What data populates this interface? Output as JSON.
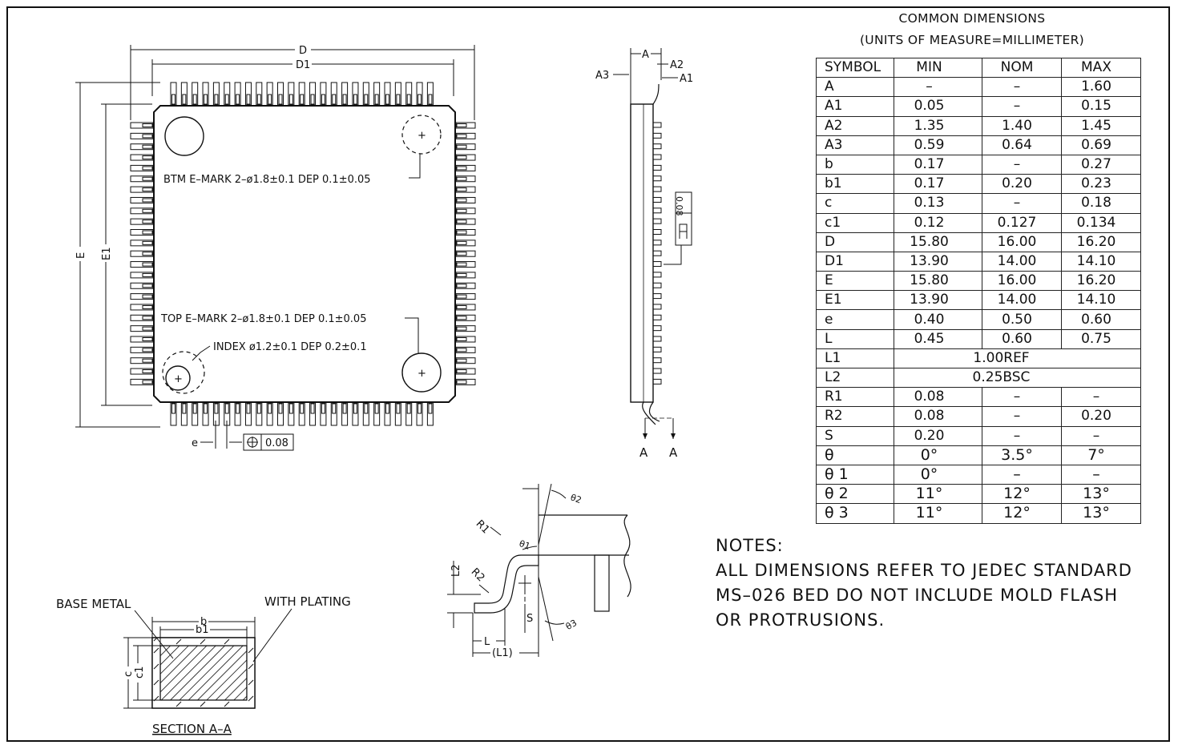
{
  "dimensions": {
    "title": "COMMON DIMENSIONS",
    "units": "(UNITS OF MEASURE=MILLIMETER)",
    "headers": [
      "SYMBOL",
      "MIN",
      "NOM",
      "MAX"
    ],
    "rows": [
      [
        "A",
        "–",
        "–",
        "1.60"
      ],
      [
        "A1",
        "0.05",
        "–",
        "0.15"
      ],
      [
        "A2",
        "1.35",
        "1.40",
        "1.45"
      ],
      [
        "A3",
        "0.59",
        "0.64",
        "0.69"
      ],
      [
        "b",
        "0.17",
        "–",
        "0.27"
      ],
      [
        "b1",
        "0.17",
        "0.20",
        "0.23"
      ],
      [
        "c",
        "0.13",
        "–",
        "0.18"
      ],
      [
        "c1",
        "0.12",
        "0.127",
        "0.134"
      ],
      [
        "D",
        "15.80",
        "16.00",
        "16.20"
      ],
      [
        "D1",
        "13.90",
        "14.00",
        "14.10"
      ],
      [
        "E",
        "15.80",
        "16.00",
        "16.20"
      ],
      [
        "E1",
        "13.90",
        "14.00",
        "14.10"
      ],
      [
        "e",
        "0.40",
        "0.50",
        "0.60"
      ],
      [
        "L",
        "0.45",
        "0.60",
        "0.75"
      ],
      [
        "L1",
        "1.00REF"
      ],
      [
        "L2",
        "0.25BSC"
      ],
      [
        "R1",
        "0.08",
        "–",
        "–"
      ],
      [
        "R2",
        "0.08",
        "–",
        "0.20"
      ],
      [
        "S",
        "0.20",
        "–",
        "–"
      ],
      [
        "θ",
        "0°",
        "3.5°",
        "7°"
      ],
      [
        "θ 1",
        "0°",
        "–",
        "–"
      ],
      [
        "θ 2",
        "11°",
        "12°",
        "13°"
      ],
      [
        "θ 3",
        "11°",
        "12°",
        "13°"
      ]
    ]
  },
  "notes": {
    "title": "NOTES:",
    "body": "ALL DIMENSIONS REFER TO JEDEC STANDARD\nMS–026 BED DO NOT INCLUDE MOLD FLASH\nOR PROTRUSIONS."
  },
  "top_view": {
    "dim_d": "D",
    "dim_d1": "D1",
    "dim_e": "E",
    "dim_e1": "E1",
    "btm_emark": "BTM E–MARK 2–ø1.8±0.1 DEP 0.1±0.05",
    "top_emark": "TOP E–MARK 2–ø1.8±0.1 DEP 0.1±0.05",
    "index": "INDEX ø1.2±0.1 DEP 0.2±0.1",
    "pitch": "e",
    "position_tol": "0.08"
  },
  "side_view": {
    "dim_a": "A",
    "dim_a2": "A2",
    "dim_a1": "A1",
    "dim_a3": "A3",
    "coplanarity": "0.08",
    "section_left": "A",
    "section_right": "A"
  },
  "lead_detail": {
    "r1": "R1",
    "r2": "R2",
    "l2": "L2",
    "s": "S",
    "l": "L",
    "l1": "(L1)",
    "theta1": "θ1",
    "theta2": "θ2",
    "theta3": "θ3"
  },
  "section": {
    "base_metal": "BASE METAL",
    "with_plating": "WITH PLATING",
    "b": "b",
    "b1": "b1",
    "c": "c",
    "c1": "c1",
    "title": "SECTION A–A"
  }
}
